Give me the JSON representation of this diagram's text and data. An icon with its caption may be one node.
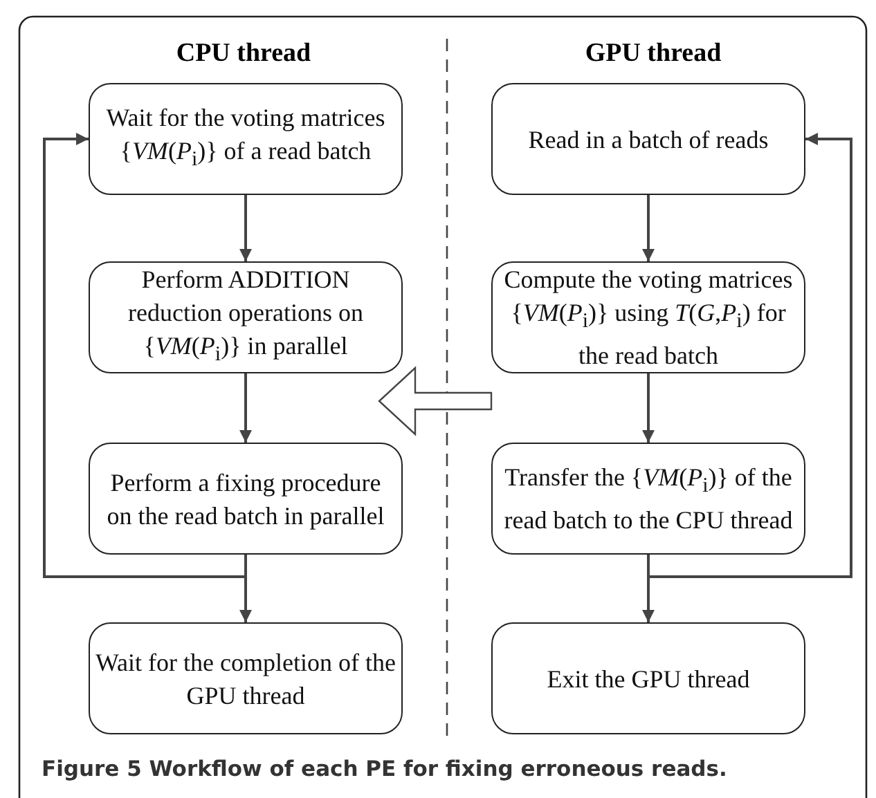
{
  "diagram": {
    "caption": "Figure 5 Workflow of each PE for fixing erroneous reads.",
    "nodes": [
      {
        "text": [
          "Wait for the voting matrices {*VM*(*P*$_{i}$)} of a read batch"
        ]
      },
      {
        "text": [
          "Perform ADDITION reduction operations on {*VM*(*P*$_{i}$)} in parallel"
        ]
      },
      {
        "text": [
          "Perform a fixing procedure on the read batch  in parallel"
        ]
      },
      {
        "text": [
          "Wait for the completion of the GPU thread"
        ]
      },
      {
        "text": [
          "Read in a batch of reads"
        ]
      },
      {
        "text": [
          "Compute the voting matrices {*VM*(*P*$_{i}$)} using *T*(*G*,*P*$_{i}$) for the read batch"
        ]
      },
      {
        "text": [
          "Transfer the {*VM*(*P*$_{i}$)} of the read batch to the CPU thread"
        ]
      },
      {
        "text": [
          "Exit the GPU thread"
        ]
      }
    ],
    "edges": [
      {
        "from": 0,
        "to": 1,
        "arrow": "to"
      },
      {
        "from": 1,
        "to": 2,
        "arrow": "to"
      },
      {
        "from": 2,
        "to": 3,
        "arrow": "to"
      },
      {
        "from": 2,
        "to": 0,
        "arrow": "to"
      },
      {
        "from": 4,
        "to": 5,
        "arrow": "to"
      },
      {
        "from": 5,
        "to": 6,
        "arrow": "to"
      },
      {
        "from": 6,
        "to": 7,
        "arrow": "to"
      },
      {
        "from": 6,
        "to": 4,
        "arrow": "to"
      },
      {
        "from": 5,
        "to": 1,
        "arrow": "to",
        "style": "thick"
      }
    ],
    "labels": [
      "CPU thread",
      "GPU thread"
    ]
  }
}
